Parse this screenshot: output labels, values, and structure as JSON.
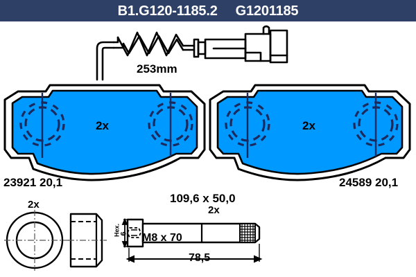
{
  "header": {
    "part_code": "B1.G120-1185.2",
    "reference": "G1201185",
    "background_color": "#2e4066",
    "text_color": "#ffffff"
  },
  "colors": {
    "pad_fill": "#0099ff",
    "outline": "#000000",
    "background": "#ffffff"
  },
  "sensor": {
    "label": "253mm",
    "name": "wear-indicator-sensor"
  },
  "pads": {
    "left": {
      "quantity_label": "2x",
      "part_number": "23921",
      "thickness": "20,1"
    },
    "right": {
      "quantity_label": "2x",
      "part_number": "24589",
      "thickness": "20,1"
    },
    "dimensions_label": "109,6 x 50,0"
  },
  "bushing": {
    "quantity_label": "2x"
  },
  "bolt": {
    "quantity_label": "2x",
    "thread_label": "M8 x 70",
    "length_label": "78,5",
    "hex_label": "Hex.",
    "hex_size": "6"
  }
}
